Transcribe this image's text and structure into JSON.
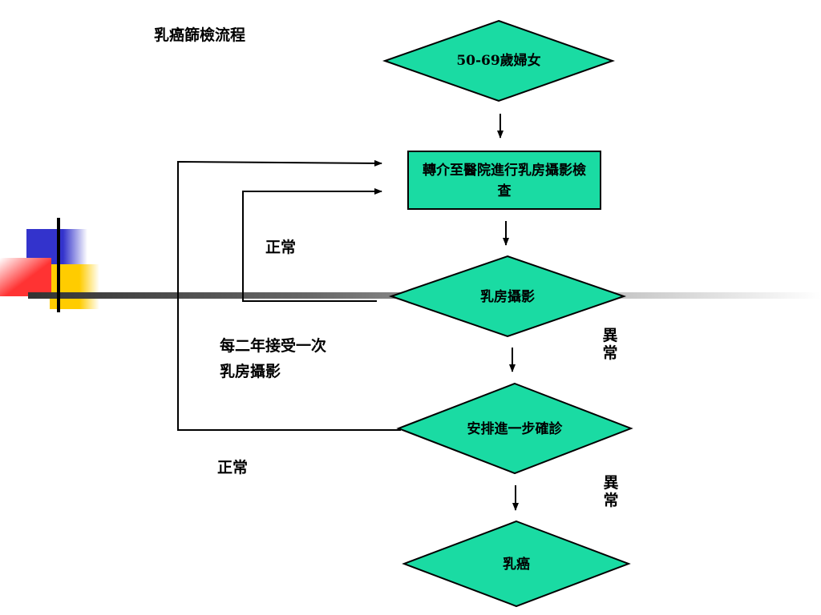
{
  "title": "乳癌篩檢流程",
  "colors": {
    "node_fill": "#1adba3",
    "stroke": "#000000",
    "deco_blue": "#3333cc",
    "deco_yellow": "#ffcc00",
    "deco_red": "#ff3333"
  },
  "nodes": {
    "women": "50-69歲婦女",
    "referral": "轉介至醫院進行乳房攝影檢查",
    "mammo": "乳房攝影",
    "confirm": "安排進一步確診",
    "cancer": "乳癌"
  },
  "labels": {
    "normal_1": "正常",
    "biennial": [
      "每二年接受一次",
      "乳房攝影"
    ],
    "normal_2": "正常",
    "abnormal_1": "異常",
    "abnormal_2": "異常"
  }
}
